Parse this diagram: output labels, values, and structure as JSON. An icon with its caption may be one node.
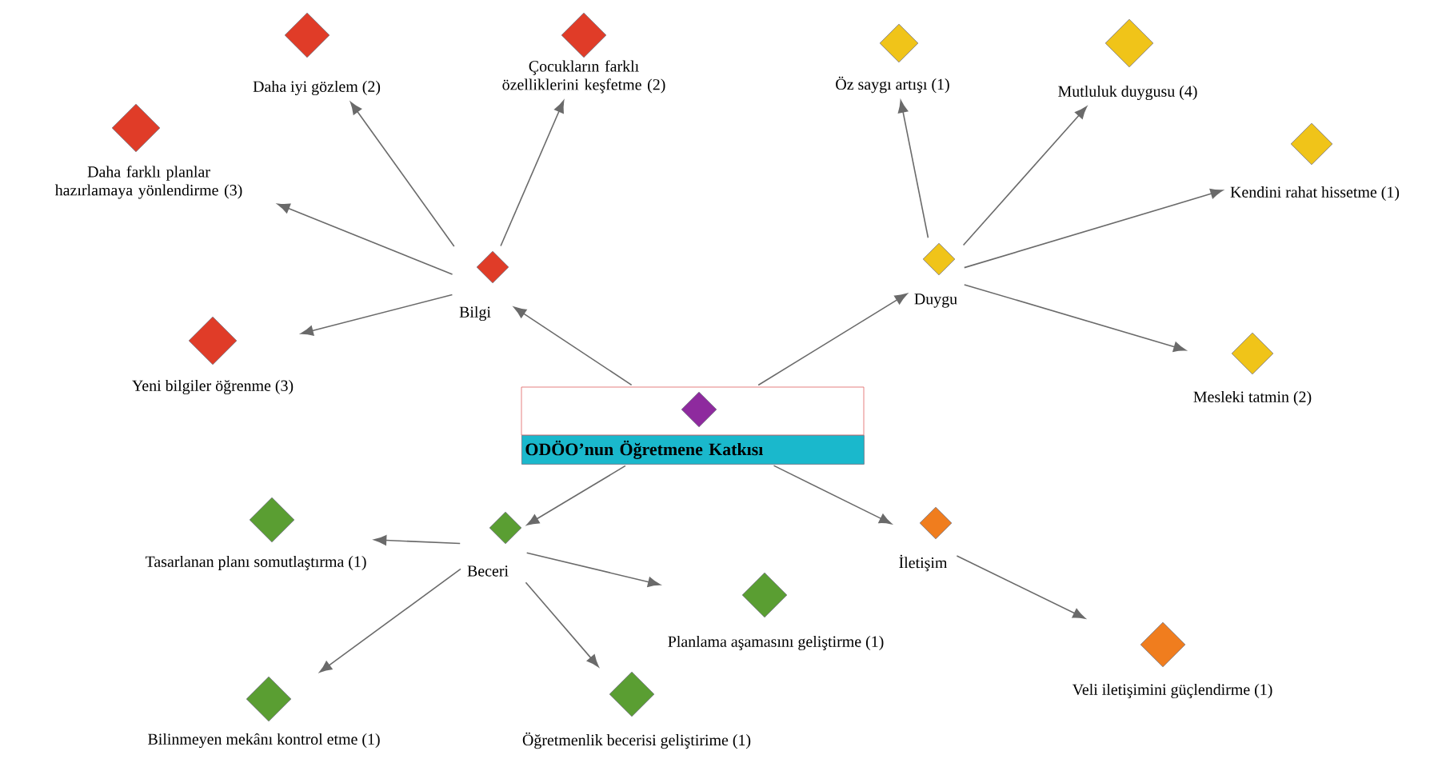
{
  "diagram": {
    "nodes": [
      {
        "text": [
          "ODÖO’nun Öğretmene Katkısı"
        ]
      },
      {
        "text": [
          "Bilgi"
        ]
      },
      {
        "text": [
          "Daha iyi gözlem (2)"
        ]
      },
      {
        "text": [
          "Çocukların farklı özelliklerini keşfetme (2)"
        ]
      },
      {
        "text": [
          "Daha farklı planlar hazırlamaya yönlendirme (3)"
        ]
      },
      {
        "text": [
          "Yeni bilgiler öğrenme (3)"
        ]
      },
      {
        "text": [
          "Duygu"
        ]
      },
      {
        "text": [
          "Öz saygı artışı (1)"
        ]
      },
      {
        "text": [
          "Mutluluk duygusu (4)"
        ]
      },
      {
        "text": [
          "Kendini rahat hissetme (1)"
        ]
      },
      {
        "text": [
          "Mesleki tatmin (2)"
        ]
      },
      {
        "text": [
          "Beceri"
        ]
      },
      {
        "text": [
          "Tasarlanan planı somutlaştırma (1)"
        ]
      },
      {
        "text": [
          "Planlama aşamasını geliştirme (1)"
        ]
      },
      {
        "text": [
          "Bilinmeyen mekânı kontrol etme (1)"
        ]
      },
      {
        "text": [
          "Öğretmenlik becerisi geliştirime (1)"
        ]
      },
      {
        "text": [
          "İletişim"
        ]
      },
      {
        "text": [
          "Veli iletişimini güçlendirme (1)"
        ]
      }
    ],
    "edges": [
      {
        "from": 0,
        "to": 1,
        "arrow": "to"
      },
      {
        "from": 0,
        "to": 6,
        "arrow": "to"
      },
      {
        "from": 0,
        "to": 11,
        "arrow": "to"
      },
      {
        "from": 0,
        "to": 16,
        "arrow": "to"
      },
      {
        "from": 1,
        "to": 2,
        "arrow": "to"
      },
      {
        "from": 1,
        "to": 3,
        "arrow": "to"
      },
      {
        "from": 1,
        "to": 4,
        "arrow": "to"
      },
      {
        "from": 1,
        "to": 5,
        "arrow": "to"
      },
      {
        "from": 6,
        "to": 7,
        "arrow": "to"
      },
      {
        "from": 6,
        "to": 8,
        "arrow": "to"
      },
      {
        "from": 6,
        "to": 9,
        "arrow": "to"
      },
      {
        "from": 6,
        "to": 10,
        "arrow": "to"
      },
      {
        "from": 11,
        "to": 12,
        "arrow": "to"
      },
      {
        "from": 11,
        "to": 13,
        "arrow": "to"
      },
      {
        "from": 11,
        "to": 14,
        "arrow": "to"
      },
      {
        "from": 11,
        "to": 15,
        "arrow": "to"
      },
      {
        "from": 16,
        "to": 17,
        "arrow": "to"
      }
    ]
  }
}
